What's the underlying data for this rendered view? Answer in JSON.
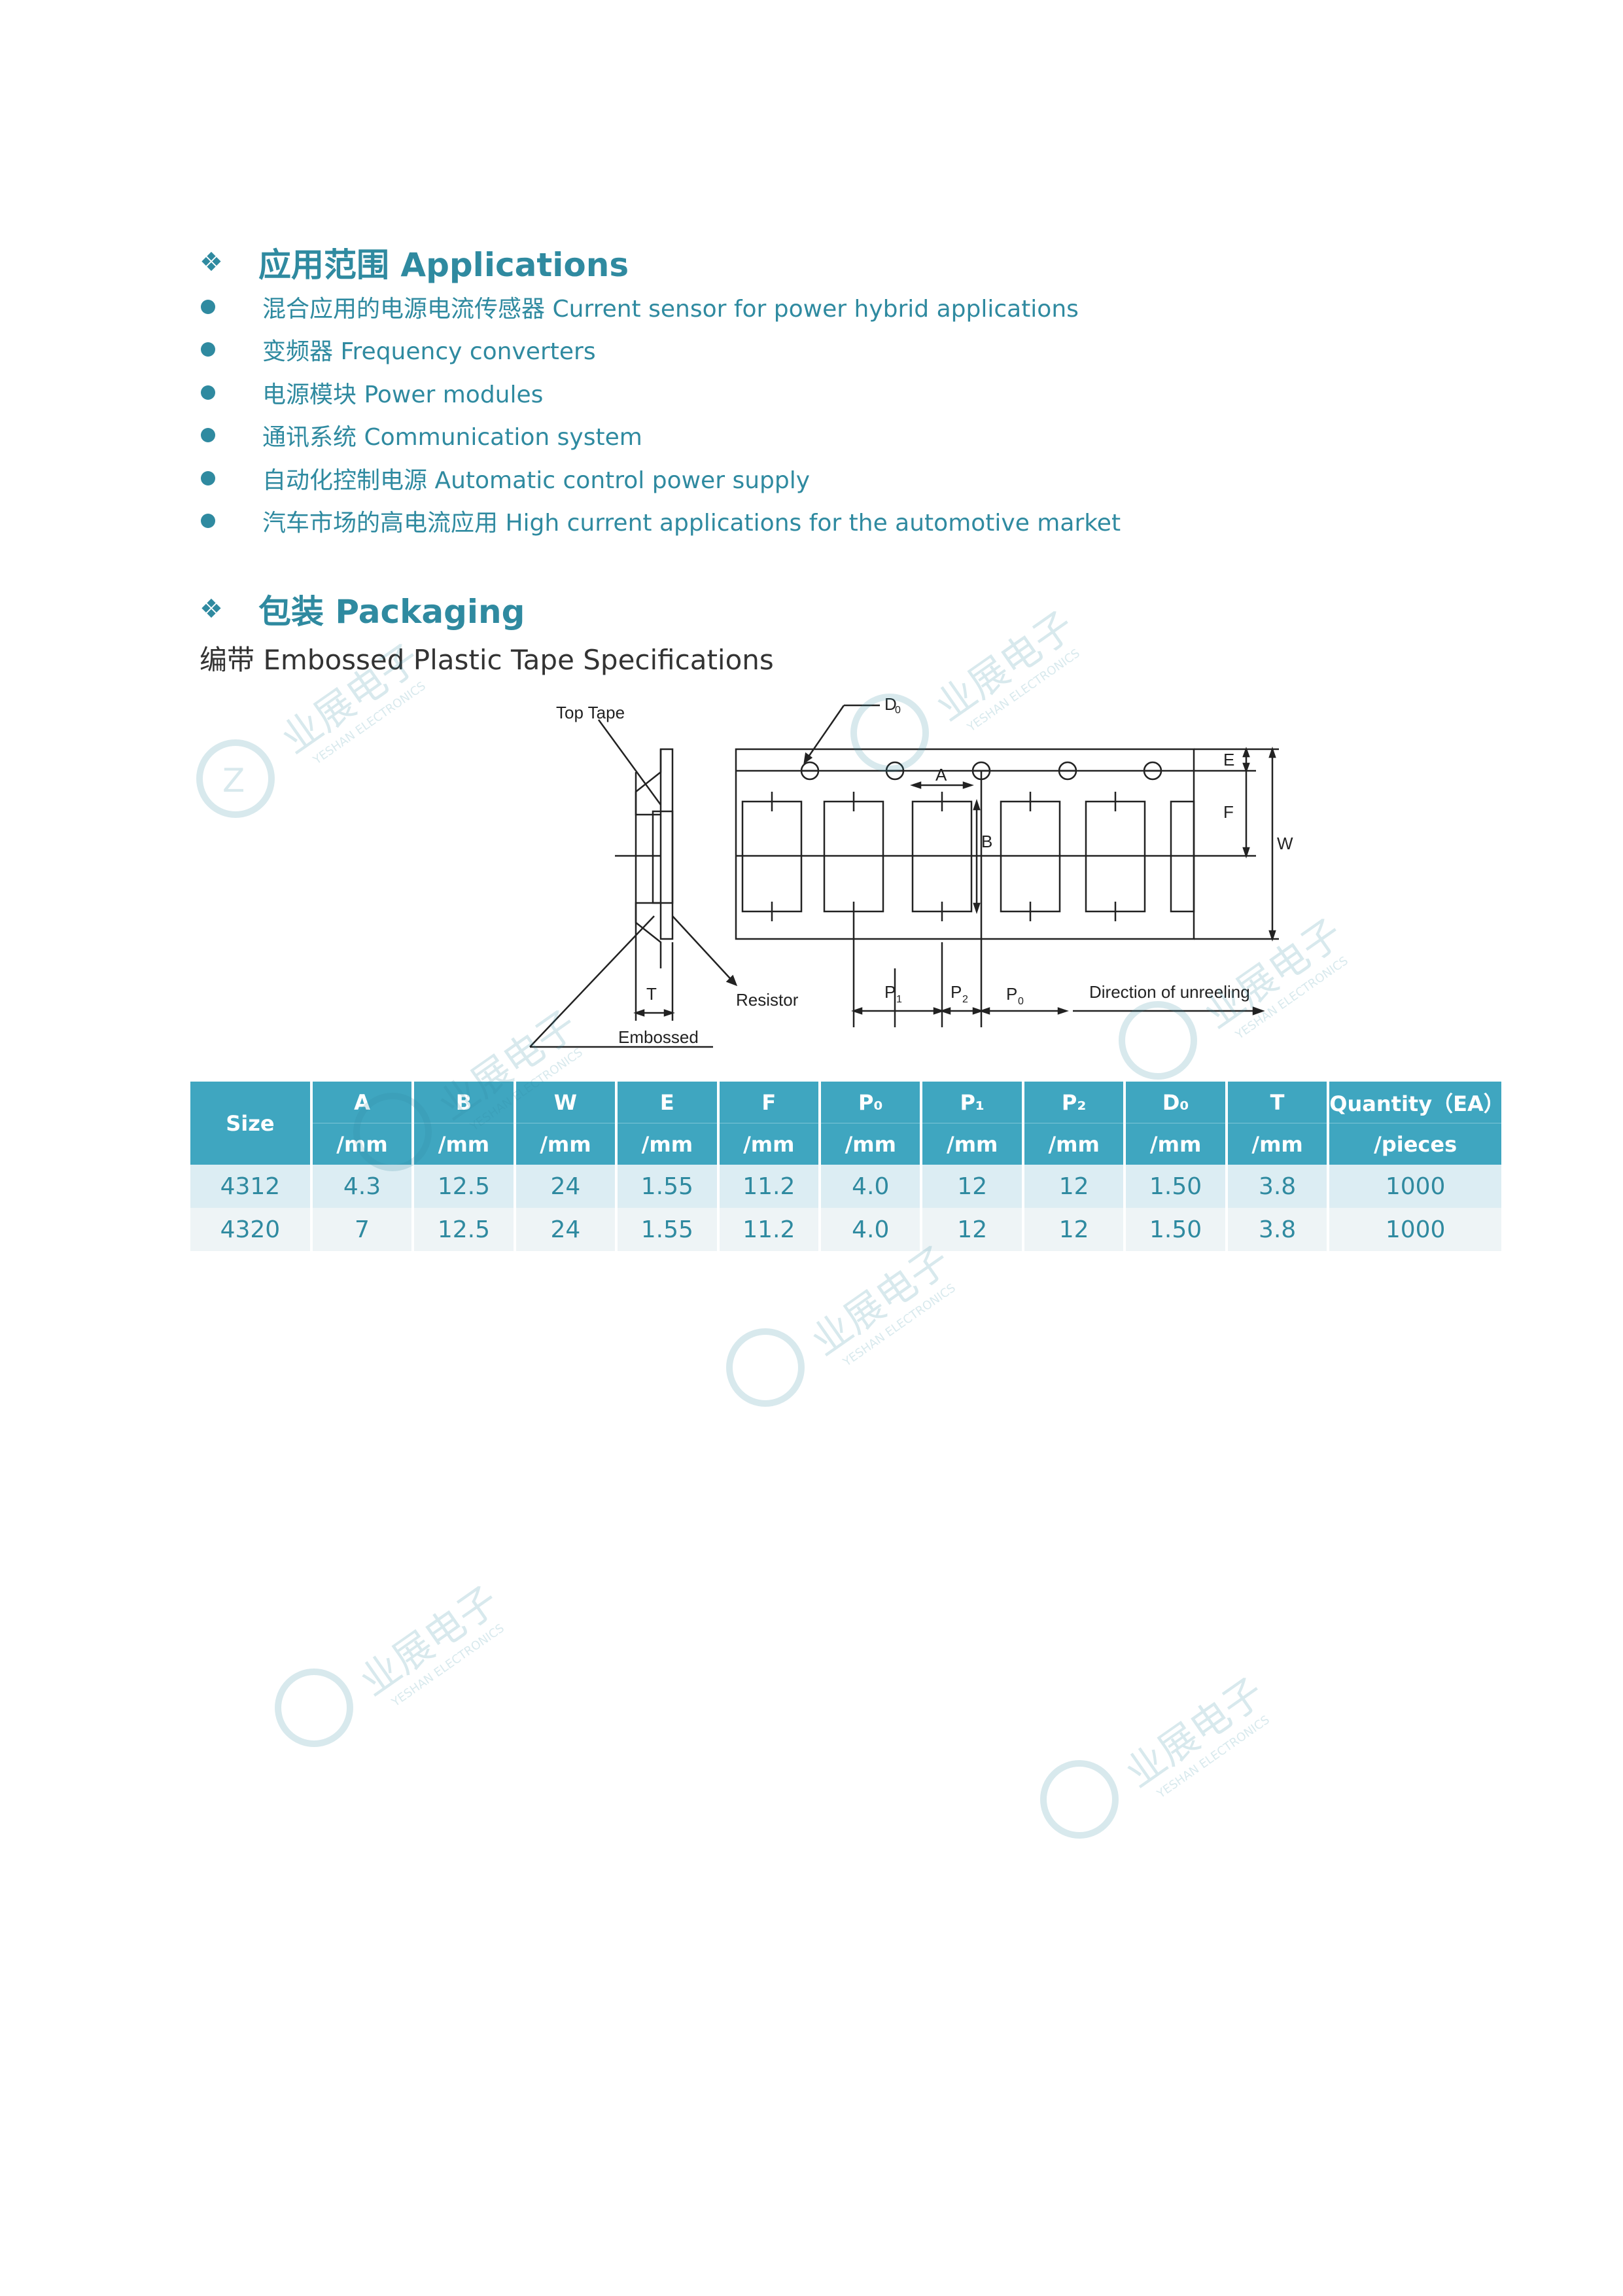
{
  "applications": {
    "heading": "应用范围 Applications",
    "items": [
      "混合应用的电源电流传感器  Current sensor for   power hybrid applications",
      "变频器  Frequency converters",
      "电源模块  Power modules",
      "通讯系统  Communication system",
      "自动化控制电源  Automatic control power supply",
      "汽车市场的高电流应用  High current applications for the automotive market"
    ]
  },
  "packaging": {
    "heading": "包装 Packaging",
    "subheading": "编带  Embossed Plastic  Tape Specifications"
  },
  "diagram": {
    "top_tape": "Top Tape",
    "d0": "D",
    "a": "A",
    "b": "B",
    "e": "E",
    "f": "F",
    "w": "W",
    "t": "T",
    "resistor": "Resistor",
    "embossed": "Embossed",
    "p1": "P",
    "p2": "P",
    "p0": "P",
    "direction": "Direction of unreeling"
  },
  "table": {
    "header_top": [
      "Size",
      "A",
      "B",
      "W",
      "E",
      "F",
      "P₀",
      "P₁",
      "P₂",
      "D₀",
      "T",
      "Quantity（EA）"
    ],
    "header_units": [
      "/mm",
      "/mm",
      "/mm",
      "/mm",
      "/mm",
      "/mm",
      "/mm",
      "/mm",
      "/mm",
      "/mm",
      "/pieces"
    ],
    "rows": [
      [
        "4312",
        "4.3",
        "12.5",
        "24",
        "1.55",
        "11.2",
        "4.0",
        "12",
        "12",
        "1.50",
        "3.8",
        "1000"
      ],
      [
        "4320",
        "7",
        "12.5",
        "24",
        "1.55",
        "11.2",
        "4.0",
        "12",
        "12",
        "1.50",
        "3.8",
        "1000"
      ]
    ]
  },
  "watermark": {
    "cn": "业展电子",
    "en": "YESHAN ELECTRONICS"
  }
}
